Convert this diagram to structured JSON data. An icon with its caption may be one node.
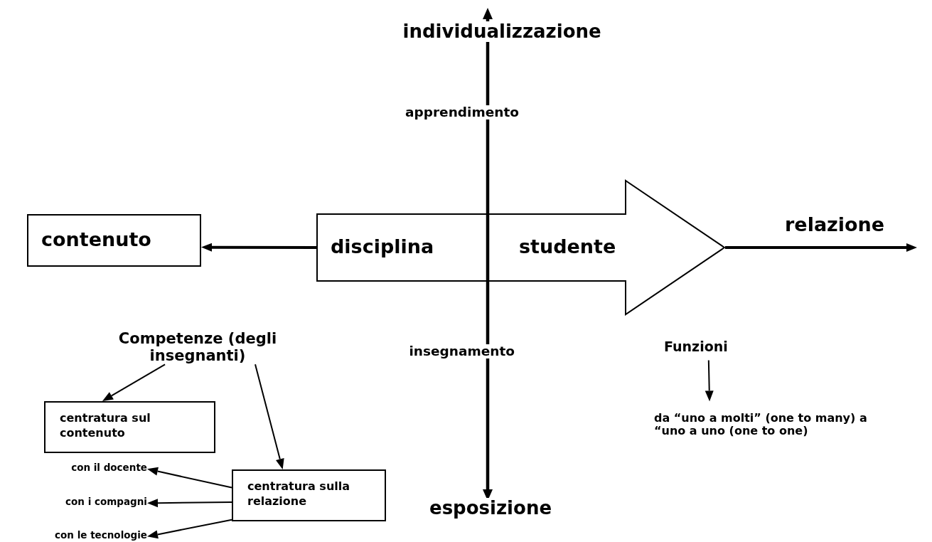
{
  "diagram": {
    "nodes": [
      {
        "text": [
          "contenuto"
        ]
      },
      {
        "text": [
          "disciplina",
          "studente"
        ]
      },
      {
        "text": [
          "Competenze (degli insegnanti)"
        ]
      },
      {
        "text": [
          "centratura sul contenuto"
        ]
      },
      {
        "text": [
          "centratura sulla relazione"
        ]
      },
      {
        "text": [
          "con il docente"
        ]
      },
      {
        "text": [
          "con i compagni"
        ]
      },
      {
        "text": [
          "con le tecnologie"
        ]
      },
      {
        "text": [
          "Funzioni"
        ]
      },
      {
        "text": [
          "da “uno a molti” (one to many) a “uno a uno (one to one)"
        ]
      }
    ],
    "edges": [
      {
        "from": 1,
        "to": 0,
        "arrow": "to",
        "style": "thick"
      },
      {
        "from": 1,
        "to": null,
        "arrow": "to",
        "label": "relazione",
        "style": "thick"
      },
      {
        "from": 2,
        "to": 3,
        "arrow": "to"
      },
      {
        "from": 2,
        "to": 4,
        "arrow": "to"
      },
      {
        "from": 4,
        "to": 5,
        "arrow": "to"
      },
      {
        "from": 4,
        "to": 6,
        "arrow": "to"
      },
      {
        "from": 4,
        "to": 7,
        "arrow": "to"
      },
      {
        "from": 8,
        "to": 9,
        "arrow": "to"
      }
    ],
    "labels": [
      "individualizzazione",
      "apprendimento",
      "insegnamento",
      "esposizione"
    ]
  }
}
